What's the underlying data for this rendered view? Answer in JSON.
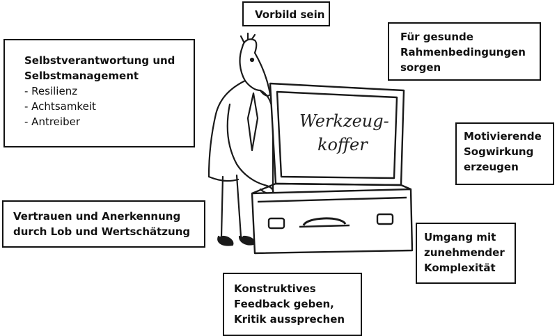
{
  "boxes": {
    "vorbild": {
      "lines": [
        "Vorbild sein"
      ]
    },
    "rahmen": {
      "lines": [
        "Für gesunde",
        "Rahmenbedingungen",
        "sorgen"
      ]
    },
    "selbst": {
      "heading": [
        "Selbstverantwortung und",
        "Selbstmanagement"
      ],
      "items": [
        "- Resilienz",
        "- Achtsamkeit",
        "- Antreiber"
      ]
    },
    "motiv": {
      "lines": [
        "Motivierende",
        "Sogwirkung",
        "erzeugen"
      ]
    },
    "vertrauen": {
      "lines": [
        "Vertrauen und Anerkennung",
        "durch Lob und Wertschätzung"
      ]
    },
    "umgang": {
      "lines": [
        "Umgang mit",
        "zunehmender",
        "Komplexität"
      ]
    },
    "konstruktiv": {
      "lines": [
        "Konstruktives",
        "Feedback geben,",
        "Kritik aussprechen"
      ]
    }
  },
  "illustration": {
    "suitcase_label_line1": "Werkzeug-",
    "suitcase_label_line2": "koffer"
  }
}
